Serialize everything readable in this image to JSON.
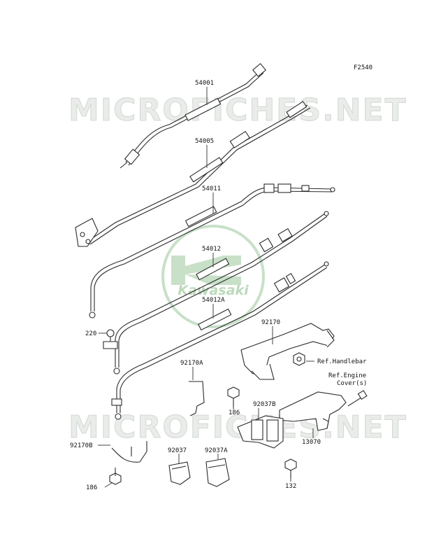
{
  "figure_code": "F2540",
  "watermark": {
    "text": "MICROFICHES.NET",
    "color": "#d3d8d3"
  },
  "logo": {
    "text": "Kawasaki",
    "color": "#bcd9bc"
  },
  "callouts": {
    "p54001": "54001",
    "p54005": "54005",
    "p54011": "54011",
    "p54012": "54012",
    "p54012a": "54012A",
    "p220": "220",
    "p92170": "92170",
    "p92170a": "92170A",
    "p92170b": "92170B",
    "p186a": "186",
    "p186b": "186",
    "p92037": "92037",
    "p92037a": "92037A",
    "p92037b": "92037B",
    "p13070": "13070",
    "p132": "132",
    "ref_handlebar": "Ref.Handlebar",
    "ref_engine_1": "Ref.Engine",
    "ref_engine_2": "Cover(s)"
  }
}
